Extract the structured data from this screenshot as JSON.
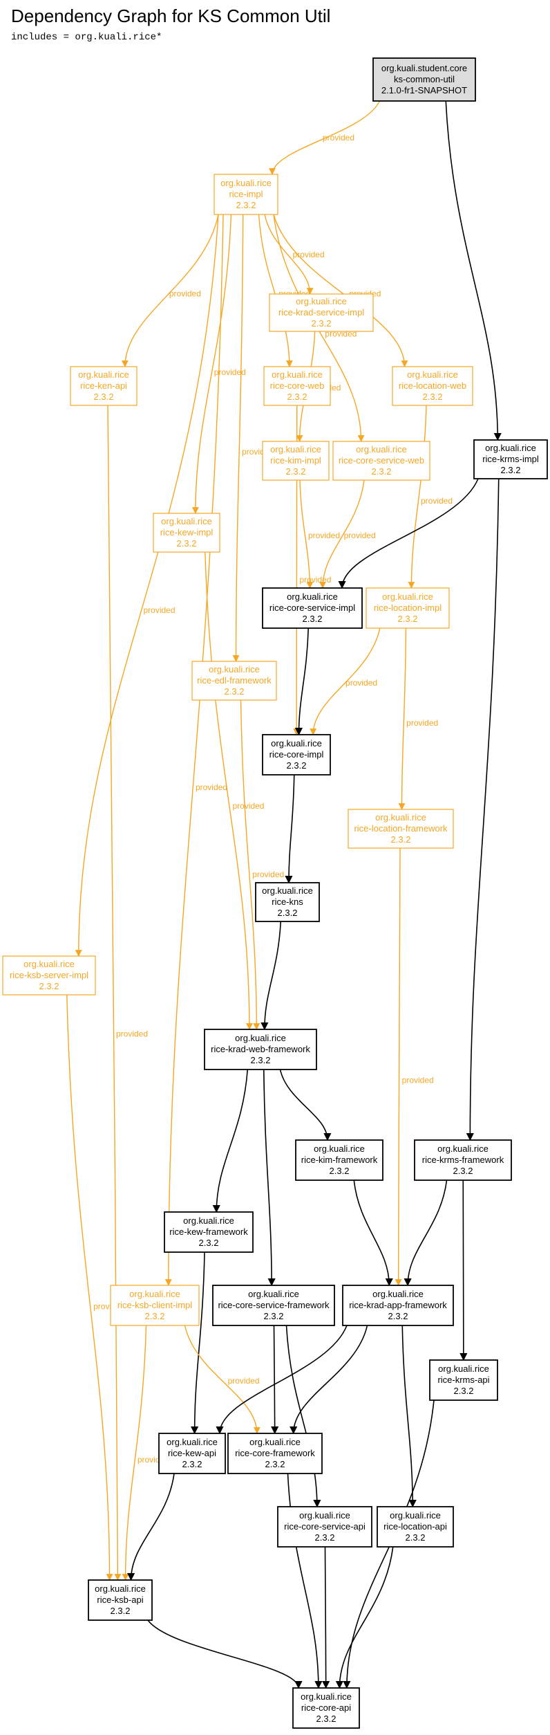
{
  "page": {
    "title": "Dependency Graph for KS Common Util",
    "subtitle": "includes = org.kuali.rice*"
  },
  "colors": {
    "compile": "#000000",
    "provided": "#f5a623",
    "root_fill": "#dcdcdc",
    "node_fill": "#ffffff"
  },
  "graph": {
    "nodes": [
      {
        "id": "root",
        "lines": [
          "org.kuali.student.core",
          "ks-common-util",
          "2.1.0-fr1-SNAPSHOT"
        ],
        "style": "root"
      },
      {
        "id": "rice-impl",
        "lines": [
          "org.kuali.rice",
          "rice-impl",
          "2.3.2"
        ],
        "style": "provided"
      },
      {
        "id": "rice-krad-service-impl",
        "lines": [
          "org.kuali.rice",
          "rice-krad-service-impl",
          "2.3.2"
        ],
        "style": "provided"
      },
      {
        "id": "rice-ken-api",
        "lines": [
          "org.kuali.rice",
          "rice-ken-api",
          "2.3.2"
        ],
        "style": "provided"
      },
      {
        "id": "rice-core-web",
        "lines": [
          "org.kuali.rice",
          "rice-core-web",
          "2.3.2"
        ],
        "style": "provided"
      },
      {
        "id": "rice-location-web",
        "lines": [
          "org.kuali.rice",
          "rice-location-web",
          "2.3.2"
        ],
        "style": "provided"
      },
      {
        "id": "rice-kim-impl",
        "lines": [
          "org.kuali.rice",
          "rice-kim-impl",
          "2.3.2"
        ],
        "style": "provided"
      },
      {
        "id": "rice-core-service-web",
        "lines": [
          "org.kuali.rice",
          "rice-core-service-web",
          "2.3.2"
        ],
        "style": "provided"
      },
      {
        "id": "rice-krms-impl",
        "lines": [
          "org.kuali.rice",
          "rice-krms-impl",
          "2.3.2"
        ],
        "style": "compile"
      },
      {
        "id": "rice-kew-impl",
        "lines": [
          "org.kuali.rice",
          "rice-kew-impl",
          "2.3.2"
        ],
        "style": "provided"
      },
      {
        "id": "rice-core-service-impl",
        "lines": [
          "org.kuali.rice",
          "rice-core-service-impl",
          "2.3.2"
        ],
        "style": "compile"
      },
      {
        "id": "rice-location-impl",
        "lines": [
          "org.kuali.rice",
          "rice-location-impl",
          "2.3.2"
        ],
        "style": "provided"
      },
      {
        "id": "rice-edl-framework",
        "lines": [
          "org.kuali.rice",
          "rice-edl-framework",
          "2.3.2"
        ],
        "style": "provided"
      },
      {
        "id": "rice-core-impl",
        "lines": [
          "org.kuali.rice",
          "rice-core-impl",
          "2.3.2"
        ],
        "style": "compile"
      },
      {
        "id": "rice-location-framework",
        "lines": [
          "org.kuali.rice",
          "rice-location-framework",
          "2.3.2"
        ],
        "style": "provided"
      },
      {
        "id": "rice-kns",
        "lines": [
          "org.kuali.rice",
          "rice-kns",
          "2.3.2"
        ],
        "style": "compile"
      },
      {
        "id": "rice-ksb-server-impl",
        "lines": [
          "org.kuali.rice",
          "rice-ksb-server-impl",
          "2.3.2"
        ],
        "style": "provided"
      },
      {
        "id": "rice-krad-web-framework",
        "lines": [
          "org.kuali.rice",
          "rice-krad-web-framework",
          "2.3.2"
        ],
        "style": "compile"
      },
      {
        "id": "rice-kim-framework",
        "lines": [
          "org.kuali.rice",
          "rice-kim-framework",
          "2.3.2"
        ],
        "style": "compile"
      },
      {
        "id": "rice-krms-framework",
        "lines": [
          "org.kuali.rice",
          "rice-krms-framework",
          "2.3.2"
        ],
        "style": "compile"
      },
      {
        "id": "rice-kew-framework",
        "lines": [
          "org.kuali.rice",
          "rice-kew-framework",
          "2.3.2"
        ],
        "style": "compile"
      },
      {
        "id": "rice-ksb-client-impl",
        "lines": [
          "org.kuali.rice",
          "rice-ksb-client-impl",
          "2.3.2"
        ],
        "style": "provided"
      },
      {
        "id": "rice-core-service-framework",
        "lines": [
          "org.kuali.rice",
          "rice-core-service-framework",
          "2.3.2"
        ],
        "style": "compile"
      },
      {
        "id": "rice-krad-app-framework",
        "lines": [
          "org.kuali.rice",
          "rice-krad-app-framework",
          "2.3.2"
        ],
        "style": "compile"
      },
      {
        "id": "rice-krms-api",
        "lines": [
          "org.kuali.rice",
          "rice-krms-api",
          "2.3.2"
        ],
        "style": "compile"
      },
      {
        "id": "rice-kew-api",
        "lines": [
          "org.kuali.rice",
          "rice-kew-api",
          "2.3.2"
        ],
        "style": "compile"
      },
      {
        "id": "rice-core-framework",
        "lines": [
          "org.kuali.rice",
          "rice-core-framework",
          "2.3.2"
        ],
        "style": "compile"
      },
      {
        "id": "rice-core-service-api",
        "lines": [
          "org.kuali.rice",
          "rice-core-service-api",
          "2.3.2"
        ],
        "style": "compile"
      },
      {
        "id": "rice-location-api",
        "lines": [
          "org.kuali.rice",
          "rice-location-api",
          "2.3.2"
        ],
        "style": "compile"
      },
      {
        "id": "rice-ksb-api",
        "lines": [
          "org.kuali.rice",
          "rice-ksb-api",
          "2.3.2"
        ],
        "style": "compile"
      },
      {
        "id": "rice-core-api",
        "lines": [
          "org.kuali.rice",
          "rice-core-api",
          "2.3.2"
        ],
        "style": "compile"
      }
    ],
    "edges": [
      {
        "from": "root",
        "to": "rice-impl",
        "label": "provided",
        "style": "provided"
      },
      {
        "from": "root",
        "to": "rice-krms-impl",
        "label": "",
        "style": "compile"
      },
      {
        "from": "rice-impl",
        "to": "rice-ken-api",
        "label": "provided",
        "style": "provided"
      },
      {
        "from": "rice-impl",
        "to": "rice-krad-service-impl",
        "label": "provided",
        "style": "provided"
      },
      {
        "from": "rice-impl",
        "to": "rice-core-web",
        "label": "provided",
        "style": "provided"
      },
      {
        "from": "rice-impl",
        "to": "rice-location-web",
        "label": "provided",
        "style": "provided"
      },
      {
        "from": "rice-impl",
        "to": "rice-core-service-web",
        "label": "provided",
        "style": "provided"
      },
      {
        "from": "rice-impl",
        "to": "rice-kew-impl",
        "label": "provided",
        "style": "provided"
      },
      {
        "from": "rice-impl",
        "to": "rice-edl-framework",
        "label": "provided",
        "style": "provided"
      },
      {
        "from": "rice-impl",
        "to": "rice-ksb-server-impl",
        "label": "provided",
        "style": "provided"
      },
      {
        "from": "rice-impl",
        "to": "rice-ksb-client-impl",
        "label": "provided",
        "style": "provided"
      },
      {
        "from": "rice-krad-service-impl",
        "to": "rice-kim-impl",
        "label": "provided",
        "style": "provided"
      },
      {
        "from": "rice-core-web",
        "to": "rice-core-impl",
        "label": "provided",
        "style": "provided"
      },
      {
        "from": "rice-location-web",
        "to": "rice-location-impl",
        "label": "provided",
        "style": "provided"
      },
      {
        "from": "rice-kim-impl",
        "to": "rice-core-service-impl",
        "label": "provided",
        "style": "provided"
      },
      {
        "from": "rice-core-service-web",
        "to": "rice-core-service-impl",
        "label": "provided",
        "style": "provided"
      },
      {
        "from": "rice-krms-impl",
        "to": "rice-core-service-impl",
        "label": "",
        "style": "compile"
      },
      {
        "from": "rice-krms-impl",
        "to": "rice-krms-framework",
        "label": "",
        "style": "compile"
      },
      {
        "from": "rice-kew-impl",
        "to": "rice-krad-web-framework",
        "label": "provided",
        "style": "provided"
      },
      {
        "from": "rice-core-service-impl",
        "to": "rice-core-impl",
        "label": "",
        "style": "compile"
      },
      {
        "from": "rice-location-impl",
        "to": "rice-core-impl",
        "label": "provided",
        "style": "provided"
      },
      {
        "from": "rice-location-impl",
        "to": "rice-location-framework",
        "label": "provided",
        "style": "provided"
      },
      {
        "from": "rice-edl-framework",
        "to": "rice-krad-web-framework",
        "label": "provided",
        "style": "provided"
      },
      {
        "from": "rice-core-impl",
        "to": "rice-kns",
        "label": "",
        "style": "compile"
      },
      {
        "from": "rice-location-framework",
        "to": "rice-krad-app-framework",
        "label": "provided",
        "style": "provided"
      },
      {
        "from": "rice-kns",
        "to": "rice-krad-web-framework",
        "label": "",
        "style": "compile"
      },
      {
        "from": "rice-ken-api",
        "to": "rice-ksb-api",
        "label": "provided",
        "style": "provided"
      },
      {
        "from": "rice-ksb-server-impl",
        "to": "rice-ksb-api",
        "label": "provided",
        "style": "provided"
      },
      {
        "from": "rice-krad-web-framework",
        "to": "rice-kew-framework",
        "label": "",
        "style": "compile"
      },
      {
        "from": "rice-krad-web-framework",
        "to": "rice-core-service-framework",
        "label": "",
        "style": "compile"
      },
      {
        "from": "rice-krad-web-framework",
        "to": "rice-kim-framework",
        "label": "",
        "style": "compile"
      },
      {
        "from": "rice-kim-framework",
        "to": "rice-krad-app-framework",
        "label": "",
        "style": "compile"
      },
      {
        "from": "rice-krms-framework",
        "to": "rice-krad-app-framework",
        "label": "",
        "style": "compile"
      },
      {
        "from": "rice-krms-framework",
        "to": "rice-krms-api",
        "label": "",
        "style": "compile"
      },
      {
        "from": "rice-kew-framework",
        "to": "rice-kew-api",
        "label": "",
        "style": "compile"
      },
      {
        "from": "rice-ksb-client-impl",
        "to": "rice-core-framework",
        "label": "provided",
        "style": "provided"
      },
      {
        "from": "rice-ksb-client-impl",
        "to": "rice-ksb-api",
        "label": "provided",
        "style": "provided"
      },
      {
        "from": "rice-core-service-framework",
        "to": "rice-core-framework",
        "label": "",
        "style": "compile"
      },
      {
        "from": "rice-core-service-framework",
        "to": "rice-core-service-api",
        "label": "",
        "style": "compile"
      },
      {
        "from": "rice-krad-app-framework",
        "to": "rice-kew-api",
        "label": "",
        "style": "compile"
      },
      {
        "from": "rice-krad-app-framework",
        "to": "rice-core-framework",
        "label": "",
        "style": "compile"
      },
      {
        "from": "rice-krad-app-framework",
        "to": "rice-location-api",
        "label": "",
        "style": "compile"
      },
      {
        "from": "rice-krms-api",
        "to": "rice-core-api",
        "label": "",
        "style": "compile"
      },
      {
        "from": "rice-kew-api",
        "to": "rice-ksb-api",
        "label": "",
        "style": "compile"
      },
      {
        "from": "rice-core-framework",
        "to": "rice-core-api",
        "label": "",
        "style": "compile"
      },
      {
        "from": "rice-core-service-api",
        "to": "rice-core-api",
        "label": "",
        "style": "compile"
      },
      {
        "from": "rice-location-api",
        "to": "rice-core-api",
        "label": "",
        "style": "compile"
      },
      {
        "from": "rice-ksb-api",
        "to": "rice-core-api",
        "label": "",
        "style": "compile"
      }
    ]
  }
}
